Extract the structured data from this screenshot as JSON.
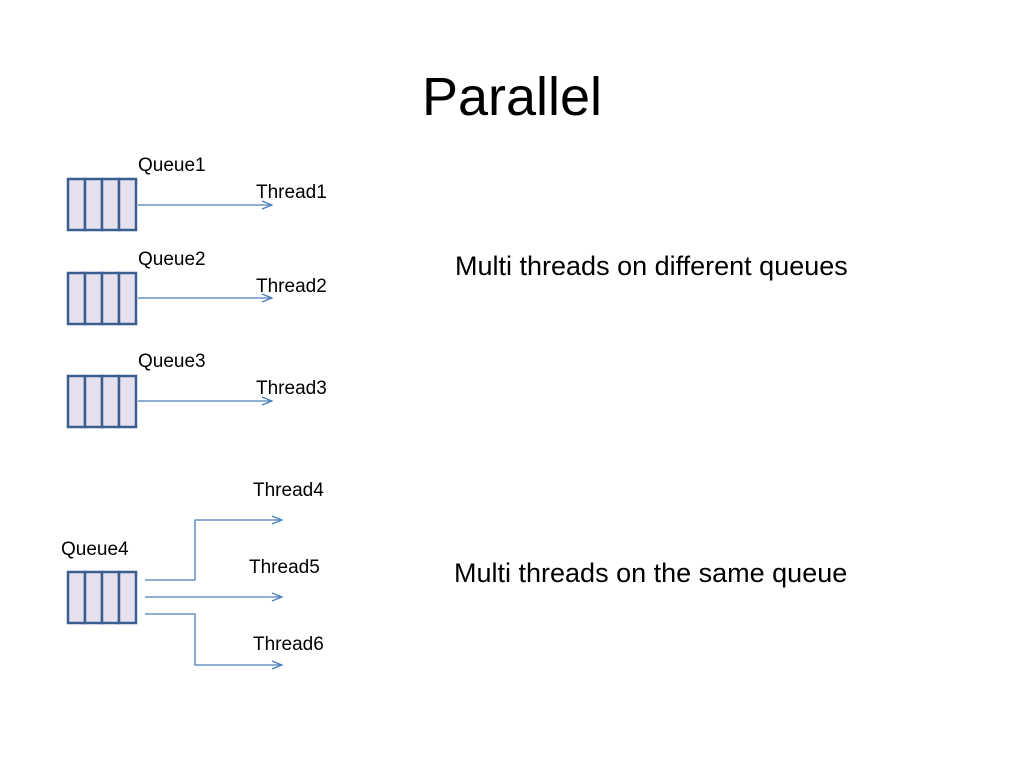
{
  "slide": {
    "title": "Parallel"
  },
  "queues": [
    {
      "label": "Queue1"
    },
    {
      "label": "Queue2"
    },
    {
      "label": "Queue3"
    },
    {
      "label": "Queue4"
    }
  ],
  "threads": [
    {
      "label": "Thread1"
    },
    {
      "label": "Thread2"
    },
    {
      "label": "Thread3"
    },
    {
      "label": "Thread4"
    },
    {
      "label": "Thread5"
    },
    {
      "label": "Thread6"
    }
  ],
  "captions": {
    "different_queues": "Multi threads on different queues",
    "same_queue": "Multi threads on the same queue"
  },
  "colors": {
    "queue_fill": "#e6e0ef",
    "queue_border": "#3b5e91",
    "arrow": "#4a7ebb"
  }
}
